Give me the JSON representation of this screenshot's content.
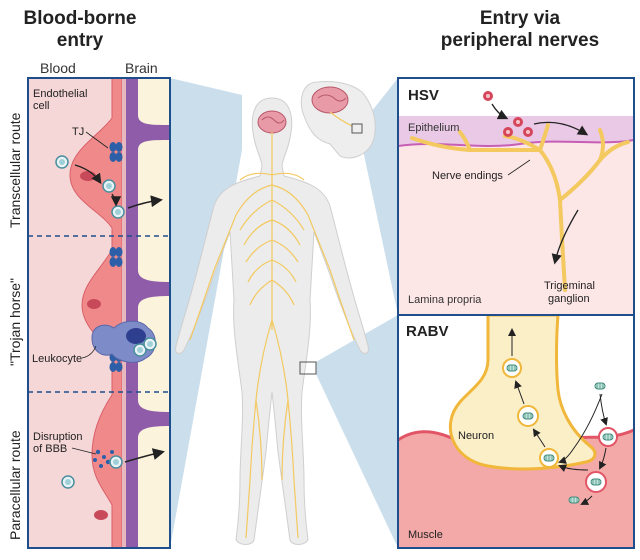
{
  "titles": {
    "left_line1": "Blood-borne",
    "left_line2": "entry",
    "right_line1": "Entry via",
    "right_line2": "peripheral nerves"
  },
  "left_panel": {
    "col_blood": "Blood",
    "col_brain": "Brain",
    "route_transcellular": "Transcellular route",
    "route_trojan": "\"Trojan horse\"",
    "route_paracellular": "Paracellular route",
    "endothelial_line1": "Endothelial",
    "endothelial_line2": "cell",
    "tj": "TJ",
    "leukocyte": "Leukocyte",
    "disruption_line1": "Disruption",
    "disruption_line2": "of BBB"
  },
  "hsv_panel": {
    "title": "HSV",
    "epithelium": "Epithelium",
    "nerve_endings": "Nerve endings",
    "lamina_propria": "Lamina propria",
    "trigeminal_line1": "Trigeminal",
    "trigeminal_line2": "ganglion"
  },
  "rabv_panel": {
    "title": "RABV",
    "neuron": "Neuron",
    "muscle": "Muscle"
  },
  "colors": {
    "blood_bg": "#f6d7d7",
    "endothelial": "#f08a8a",
    "brain_purple": "#8e5ca8",
    "brain_bg": "#fbf3dc",
    "panel_border": "#1f4e8c",
    "projection": "#b9d3e6",
    "epithelium": "#e9c9e6",
    "nerve": "#f3c960",
    "muscle": "#f4a9a9",
    "neuron_fill": "#fbefc8",
    "neuron_stroke": "#f0b73a",
    "virus": "#d6465b"
  }
}
